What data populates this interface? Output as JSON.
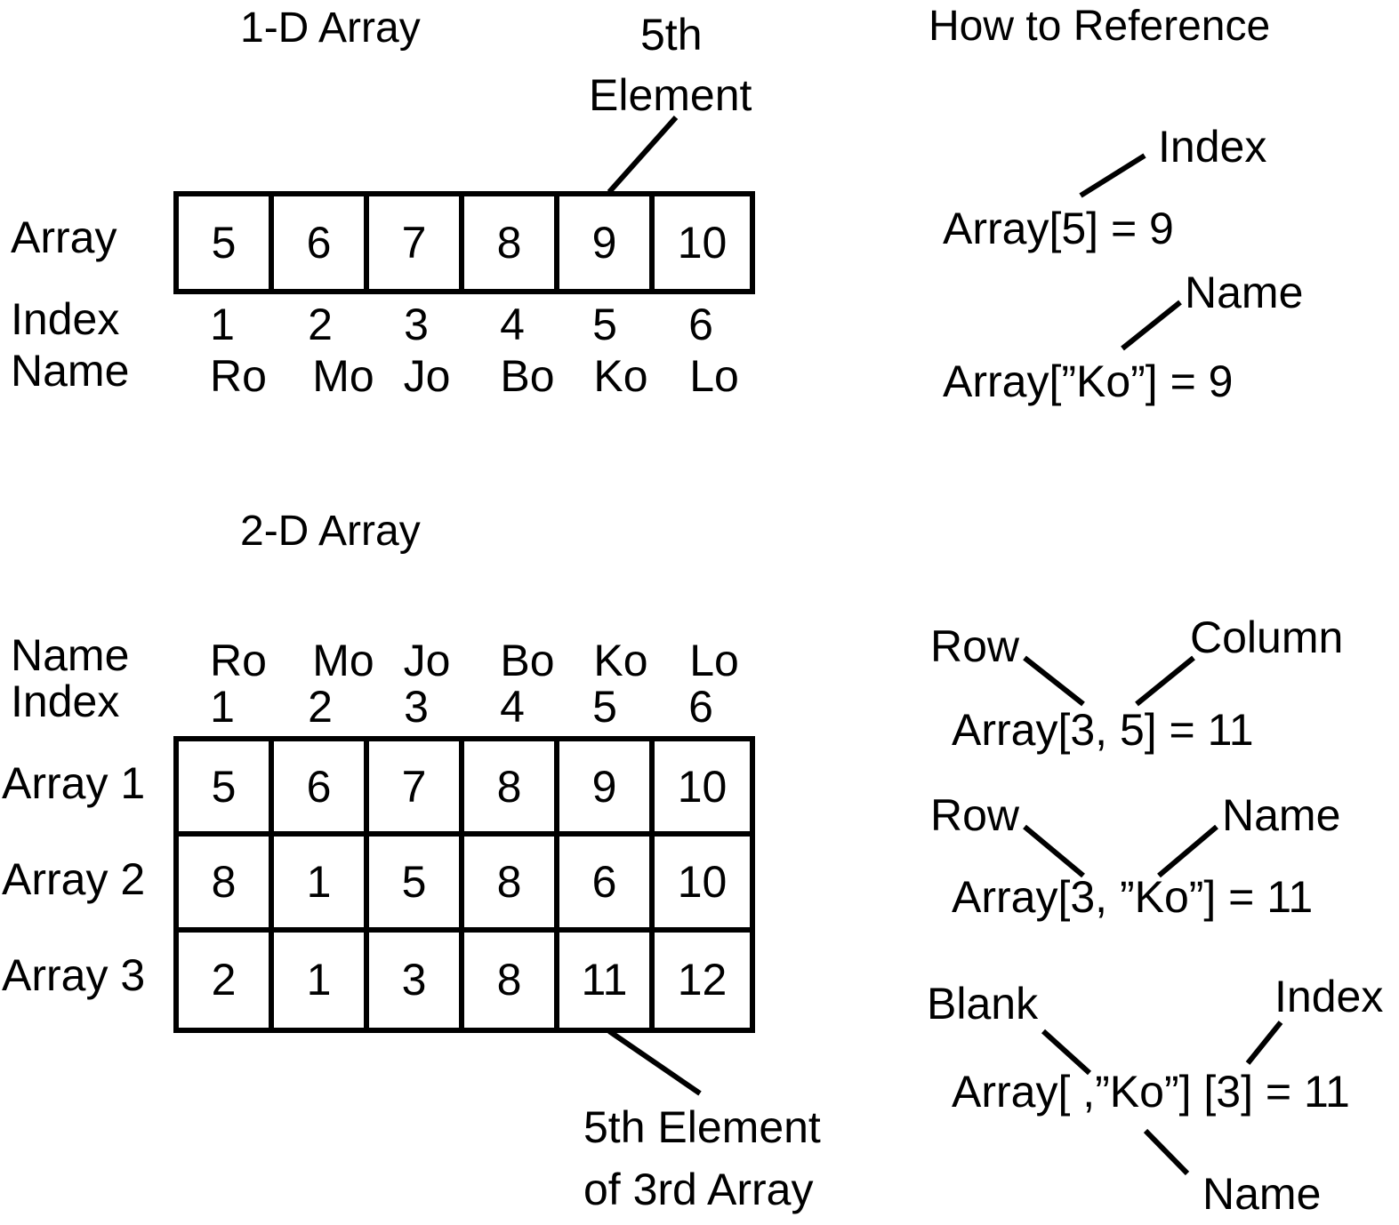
{
  "one_d": {
    "title": "1-D Array",
    "callout": [
      "5th",
      "Element"
    ],
    "row_label_array": "Array",
    "row_label_index": "Index",
    "row_label_name": "Name",
    "values": [
      "5",
      "6",
      "7",
      "8",
      "9",
      "10"
    ],
    "indices": [
      "1",
      "2",
      "3",
      "4",
      "5",
      "6"
    ],
    "names": [
      "Ro",
      "Mo",
      "Jo",
      "Bo",
      "Ko",
      "Lo"
    ]
  },
  "two_d": {
    "title": "2-D Array",
    "label_name": "Name",
    "label_index": "Index",
    "names": [
      "Ro",
      "Mo",
      "Jo",
      "Bo",
      "Ko",
      "Lo"
    ],
    "indices": [
      "1",
      "2",
      "3",
      "4",
      "5",
      "6"
    ],
    "row_labels": [
      "Array 1",
      "Array 2",
      "Array 3"
    ],
    "rows": [
      [
        "5",
        "6",
        "7",
        "8",
        "9",
        "10"
      ],
      [
        "8",
        "1",
        "5",
        "8",
        "6",
        "10"
      ],
      [
        "2",
        "1",
        "3",
        "8",
        "11",
        "12"
      ]
    ],
    "callout": [
      "5th Element",
      "of 3rd Array"
    ]
  },
  "reference": {
    "title": "How to Reference",
    "ex1": {
      "expr": "Array[5] = 9",
      "label": "Index"
    },
    "ex2": {
      "expr": "Array[”Ko”] = 9",
      "label": "Name"
    },
    "ex3": {
      "expr": "Array[3, 5] = 11",
      "label_left": "Row",
      "label_right": "Column"
    },
    "ex4": {
      "expr": "Array[3, ”Ko”] = 11",
      "label_left": "Row",
      "label_right": "Name"
    },
    "ex5": {
      "expr": "Array[  ,”Ko”] [3] = 11",
      "label_left": "Blank",
      "label_right": "Index",
      "label_bottom": "Name"
    }
  }
}
